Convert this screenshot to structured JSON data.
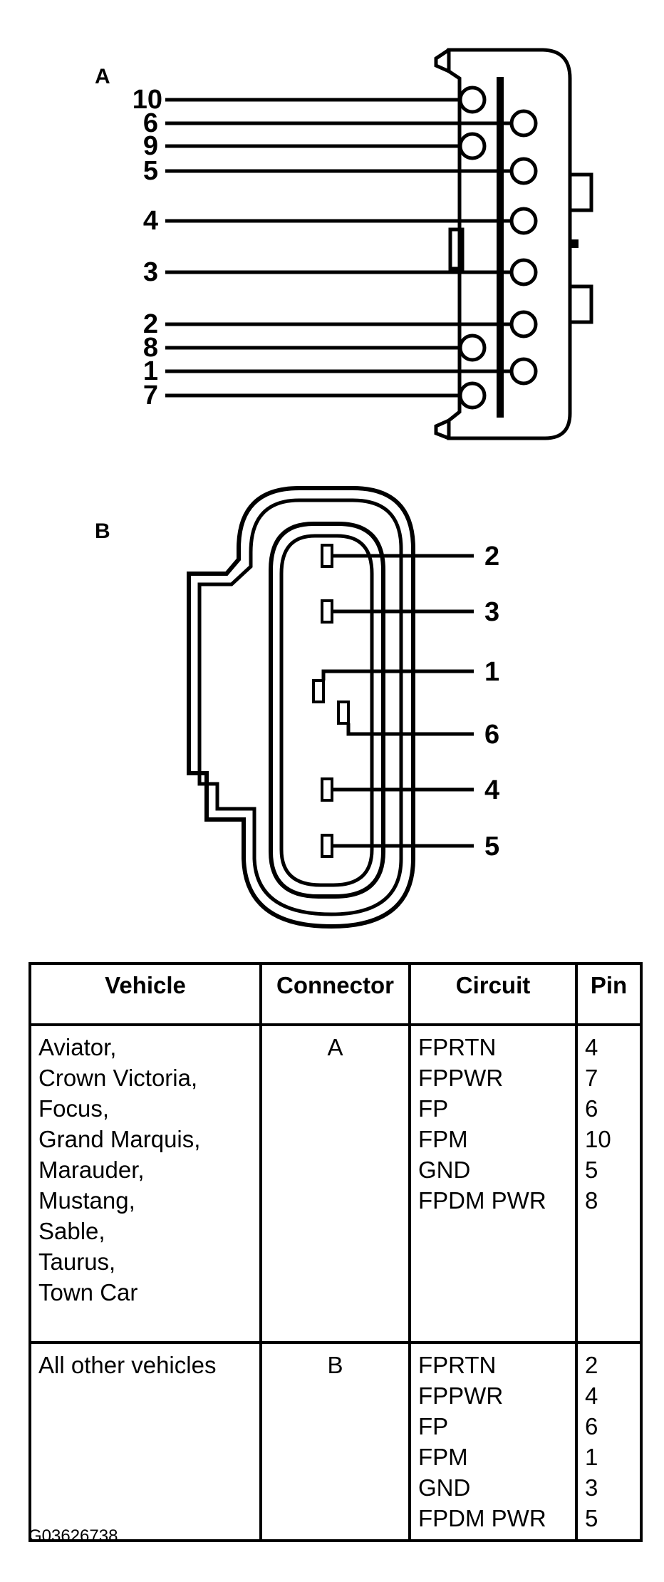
{
  "connector_a": {
    "label": "A",
    "pins_left": [
      "10",
      "6",
      "9",
      "5",
      "4",
      "3",
      "2",
      "8",
      "1",
      "7"
    ]
  },
  "connector_b": {
    "label": "B",
    "pins_right": [
      "2",
      "3",
      "1",
      "6",
      "4",
      "5"
    ]
  },
  "table": {
    "headers": [
      "Vehicle",
      "Connector",
      "Circuit",
      "Pin"
    ],
    "rows": [
      {
        "vehicles": [
          "Aviator,",
          "Crown Victoria,",
          "Focus,",
          "Grand Marquis,",
          "Marauder,",
          "Mustang,",
          "Sable,",
          "Taurus,",
          "Town Car"
        ],
        "connector": "A",
        "circuits": [
          "FPRTN",
          "FPPWR",
          "FP",
          "FPM",
          "GND",
          "FPDM PWR"
        ],
        "pins": [
          "4",
          "7",
          "6",
          "10",
          "5",
          "8"
        ]
      },
      {
        "vehicles": [
          "All other vehicles"
        ],
        "connector": "B",
        "circuits": [
          "FPRTN",
          "FPPWR",
          "FP",
          "FPM",
          "GND",
          "FPDM PWR"
        ],
        "pins": [
          "2",
          "4",
          "6",
          "1",
          "3",
          "5"
        ]
      }
    ]
  },
  "figure_id": "G03626738"
}
